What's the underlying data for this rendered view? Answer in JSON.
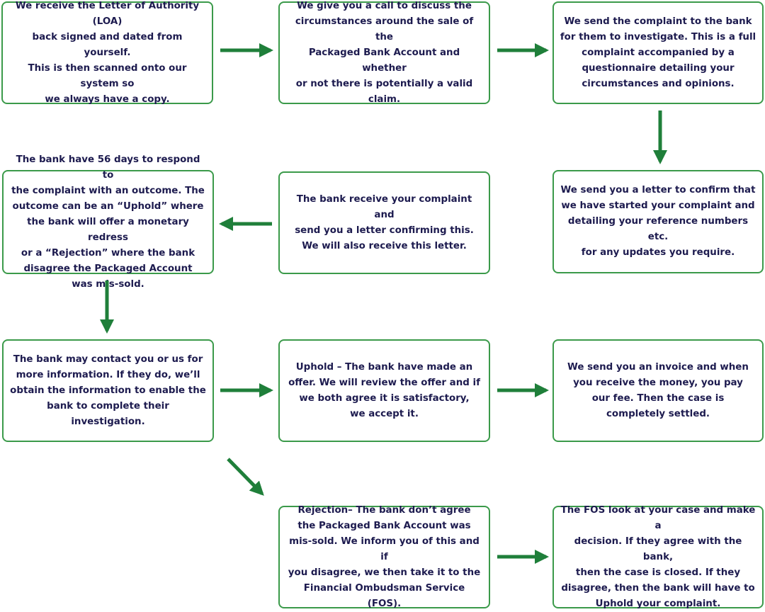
{
  "colors": {
    "box_border": "#3b9a4a",
    "arrow": "#1f7f3a",
    "text": "#1d1b4f"
  },
  "steps": [
    {
      "id": "loa",
      "text": "We receive the Letter of Authority (LOA)\nback signed and dated from yourself.\nThis is then scanned onto our system so\nwe always have a copy."
    },
    {
      "id": "call",
      "text": "We give you a call to discuss the\ncircumstances around the sale of the\nPackaged Bank Account and whether\nor not there is potentially a valid claim."
    },
    {
      "id": "send-complaint",
      "text": "We send the complaint to the bank\nfor them to investigate. This is a full\ncomplaint accompanied by a\nquestionnaire detailing your\ncircumstances and opinions."
    },
    {
      "id": "confirm-letter",
      "text": "We send you a letter to confirm that\nwe have started your complaint and\ndetailing your reference numbers etc.\nfor any updates you require."
    },
    {
      "id": "bank-receive",
      "text": "The bank receive your complaint and\nsend you a letter confirming this.\nWe will also receive this letter."
    },
    {
      "id": "bank-56-days",
      "text": "The bank have 56 days to respond to\nthe complaint with an outcome. The\noutcome can be an “Uphold” where\nthe bank will offer a monetary redress\nor a “Rejection” where the bank\ndisagree the Packaged Account\nwas mis-sold."
    },
    {
      "id": "bank-contact",
      "text": "The bank may contact you or us for\nmore information. If they do, we’ll\nobtain the information to enable the\nbank to complete their investigation."
    },
    {
      "id": "uphold",
      "text": "Uphold – The bank have made an\noffer. We will review the offer and if\nwe both agree it is satisfactory,\nwe accept it."
    },
    {
      "id": "invoice",
      "text": "We send you an invoice and when\nyou receive the money, you pay\nour fee. Then the case is\ncompletely settled."
    },
    {
      "id": "rejection",
      "text": "Rejection– The bank don’t agree\nthe Packaged Bank Account was\nmis-sold. We inform you of this and if\nyou disagree, we then take it to the\nFinancial Ombudsman Service (FOS)."
    },
    {
      "id": "fos",
      "text": "The FOS look at your case and make a\ndecision.  If they agree with the bank,\nthen the case is closed. If they\ndisagree, then the bank will have to\nUphold your complaint."
    }
  ],
  "connections": [
    [
      "loa",
      "call"
    ],
    [
      "call",
      "send-complaint"
    ],
    [
      "send-complaint",
      "confirm-letter"
    ],
    [
      "bank-receive",
      "bank-56-days"
    ],
    [
      "bank-56-days",
      "bank-contact"
    ],
    [
      "bank-contact",
      "uphold"
    ],
    [
      "uphold",
      "invoice"
    ],
    [
      "bank-contact",
      "rejection"
    ],
    [
      "rejection",
      "fos"
    ]
  ]
}
